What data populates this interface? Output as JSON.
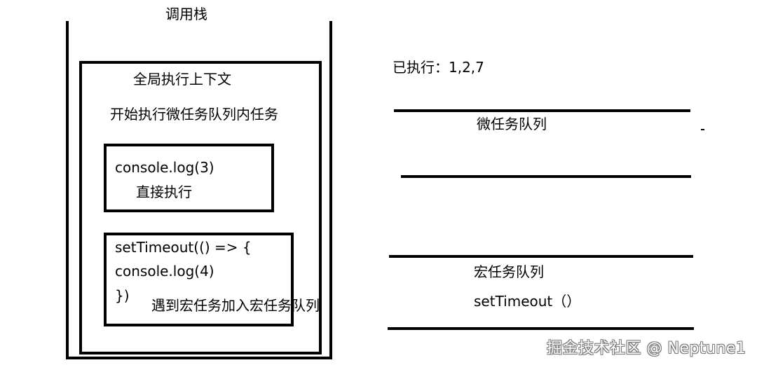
{
  "call_stack": {
    "title": "调用栈",
    "global_context": {
      "title": "全局执行上下文",
      "subtitle": "开始执行微任务队列内任务",
      "task_sync": {
        "code": "console.log(3)",
        "note": "直接执行"
      },
      "task_macro": {
        "code_lines": [
          "setTimeout(() => {",
          "console.log(4)",
          "})"
        ],
        "note": "遇到宏任务加入宏任务队列"
      }
    }
  },
  "executed": {
    "text": "已执行：1,2,7"
  },
  "microtask_queue": {
    "label": "微任务队列"
  },
  "macrotask_queue": {
    "label": "宏任务队列",
    "items": [
      "setTimeout（）"
    ]
  },
  "watermark": "掘金技术社区 @ Neptune1"
}
